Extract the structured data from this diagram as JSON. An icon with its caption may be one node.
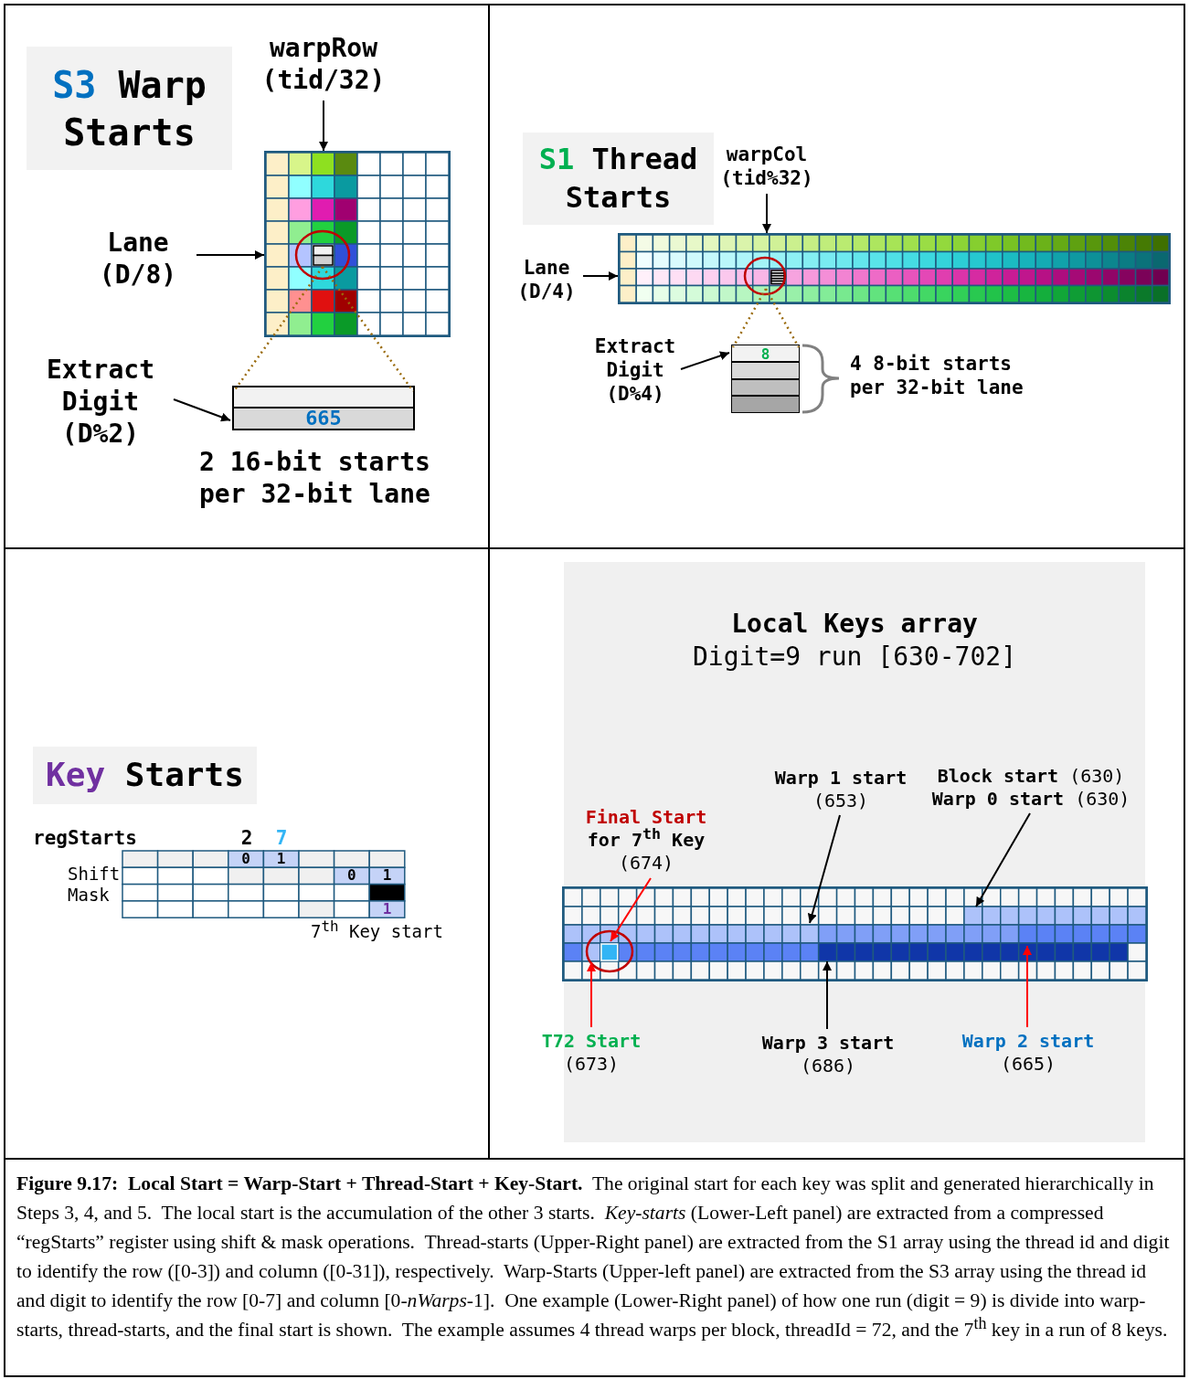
{
  "diagram": {
    "caption": "**Figure 9.17:  Local Start = Warp-Start + Thread-Start + Key-Start.**  The original start for each key was split and generated hierarchically in Steps 3, 4, and 5.  The local start is the accumulation of the other 3 starts.  *Key-starts* (Lower-Left panel) are extracted from a compressed “regStarts” register using shift & mask operations.  Thread-starts (Upper-Right panel) are extracted from the S1 array using the thread id and digit to identify the row ([0-3]) and column ([0-31]), respectively.  Warp-Starts (Upper-left panel) are extracted from the S3 array using the thread id and digit to identify the row [0-7] and column [0-*nWarps*-1].  One example (Lower-Right panel) of how one run (digit = 9) is divide into warp-starts, thread-starts, and the final start is shown.  The example assumes 4 thread warps per block, threadId = 72, and the 7$^{th}$ key in a run of 8 keys.",
    "nodes": [
      {
        "text": [
          "S3",
          "Warp Starts"
        ]
      },
      {
        "text": [
          "warpRow (tid/32)"
        ]
      },
      {
        "text": [],
        "shape": "box"
      },
      {
        "text": [
          "Lane (D/8)"
        ]
      },
      {
        "text": [
          "Extract Digit (D%2)"
        ]
      },
      {
        "text": [
          "665"
        ]
      },
      {
        "text": [
          "S1",
          "Thread Starts"
        ]
      },
      {
        "text": [
          "warpCol (tid%32)"
        ]
      },
      {
        "text": [],
        "shape": "box"
      },
      {
        "text": [
          "Lane (D/4)"
        ]
      },
      {
        "text": [
          "Extract Digit (D%4)"
        ]
      },
      {
        "text": [
          "8"
        ]
      },
      {
        "text": [
          "Key",
          "Starts"
        ]
      },
      {
        "text": [
          "Local Keys array",
          "Digit=9 run [630-702]"
        ]
      },
      {
        "text": [
          "Final Start",
          "for 7$^{th}$ Key",
          "(674)"
        ],
        "in": 13
      },
      {
        "text": [
          "Warp 1 start",
          "(653)"
        ],
        "in": 13
      },
      {
        "text": [
          "**Block start** (630)",
          "**Warp 0 start** (630)"
        ],
        "in": 13
      },
      {
        "text": [
          "T72 Start",
          "(673)"
        ],
        "in": 13
      },
      {
        "text": [
          "Warp 3 start",
          "(686)"
        ],
        "in": 13
      },
      {
        "text": [
          "Warp 2 start",
          "(665)"
        ],
        "in": 13
      },
      {
        "text": [],
        "shape": "box",
        "in": 13
      }
    ],
    "edges": [
      {
        "from": 1,
        "to": 2,
        "arrow": "to"
      },
      {
        "from": 3,
        "to": 2,
        "arrow": "to"
      },
      {
        "from": 4,
        "to": 5,
        "arrow": "to"
      },
      {
        "from": 7,
        "to": 8,
        "arrow": "to"
      },
      {
        "from": 9,
        "to": 8,
        "arrow": "to"
      },
      {
        "from": 10,
        "to": 11,
        "arrow": "to"
      },
      {
        "from": 14,
        "to": 20,
        "arrow": "to",
        "color": "#ff0000"
      },
      {
        "from": 15,
        "to": 20,
        "arrow": "to"
      },
      {
        "from": 16,
        "to": 20,
        "arrow": "to"
      },
      {
        "from": 17,
        "to": 20,
        "arrow": "to",
        "color": "#ff0000"
      },
      {
        "from": 18,
        "to": 20,
        "arrow": "to"
      },
      {
        "from": 19,
        "to": 20,
        "arrow": "to",
        "color": "#ff0000"
      }
    ],
    "labels": [
      "2 16-bit starts per 32-bit lane",
      "4 8-bit starts per 32-bit lane",
      "regStarts",
      "2",
      "7",
      "Shift",
      "Mask",
      "0",
      "1",
      "0",
      "1",
      "1",
      "7$^{th}$ Key start"
    ]
  }
}
